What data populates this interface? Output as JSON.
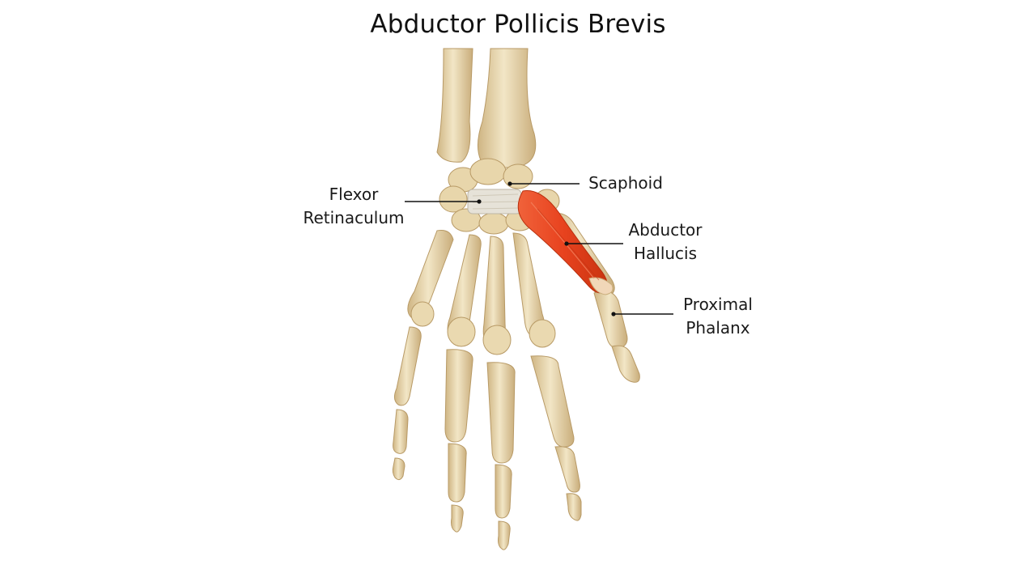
{
  "title": "Abductor Pollicis Brevis",
  "labels": {
    "flexor": {
      "line1": "Flexor",
      "line2": "Retinaculum"
    },
    "scaphoid": {
      "line1": "Scaphoid"
    },
    "abductor": {
      "line1": "Abductor",
      "line2": "Hallucis"
    },
    "proximal": {
      "line1": "Proximal",
      "line2": "Phalanx"
    }
  },
  "colors": {
    "bone": "#e9d9b2",
    "bone_shade": "#cdb486",
    "muscle": "#e8431f",
    "retinaculum": "#e6e2d8",
    "leader_line": "#111111",
    "background": "#ffffff"
  }
}
